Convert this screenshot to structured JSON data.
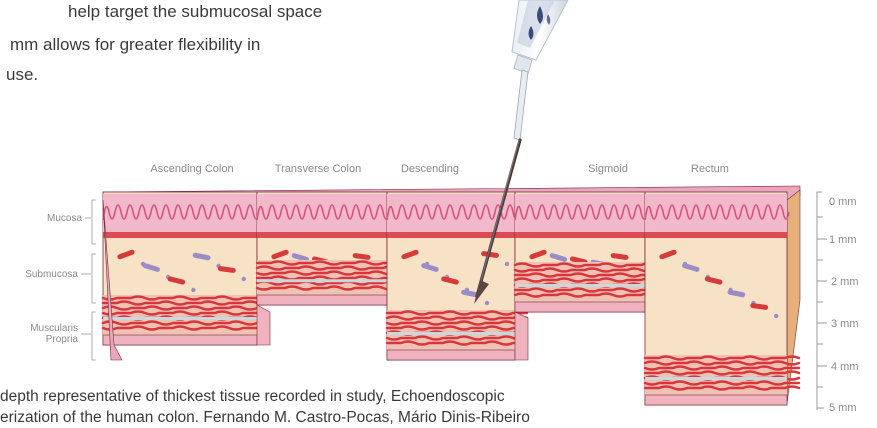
{
  "intro": {
    "line1": "help target the submucosal space",
    "line2": "mm allows for greater flexibility in",
    "line3": "use."
  },
  "segments": [
    "Ascending Colon",
    "Transverse Colon",
    "Descending",
    "Sigmoid",
    "Rectum"
  ],
  "layers": {
    "mucosa": "Mucosa",
    "submucosa": "Submucosa",
    "muscularis_line1": "Muscularis",
    "muscularis_line2": "Propria"
  },
  "scale": [
    "0 mm",
    "1 mm",
    "2 mm",
    "3 mm",
    "4 mm",
    "5 mm"
  ],
  "caption": {
    "line1": "depth representative of thickest tissue recorded in study, Echoendoscopic",
    "line2": "erization of the human colon. Fernando M. Castro-Pocas, Mário Dinis-Ribeiro"
  },
  "colors": {
    "mucosa": "#f2b8cc",
    "villi": "#d9507a",
    "submucosa": "#f8e2c6",
    "vessel": "#d63a3a",
    "lymph": "#9a8cc8",
    "muscle": "#d8363c",
    "fascia": "#c9d8dc",
    "base": "#f0b2bf",
    "edge": "#7a2a3a"
  }
}
